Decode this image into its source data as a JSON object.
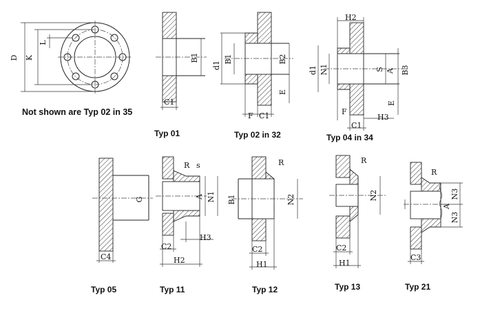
{
  "note": "Not shown are Typ 02 in 35",
  "captions": {
    "typ01": "Typ 01",
    "typ02": "Typ 02 in 32",
    "typ04": "Typ 04 in 34",
    "typ05": "Typ 05",
    "typ11": "Typ 11",
    "typ12": "Typ 12",
    "typ13": "Typ 13",
    "typ21": "Typ 21"
  },
  "labels": {
    "D": "D",
    "K": "K",
    "L": "L",
    "B1": "B1",
    "C1": "C1",
    "d1": "d1",
    "B2": "B2",
    "E": "E",
    "F": "F",
    "H2": "H2",
    "N1": "N1",
    "S": "S",
    "A": "A",
    "B3": "B3",
    "H3": "H3",
    "G": "G",
    "C4": "C4",
    "R": "R",
    "s": "s",
    "C2": "C2",
    "N2": "N2",
    "H1": "H1",
    "N3": "N3",
    "C3": "C3"
  }
}
